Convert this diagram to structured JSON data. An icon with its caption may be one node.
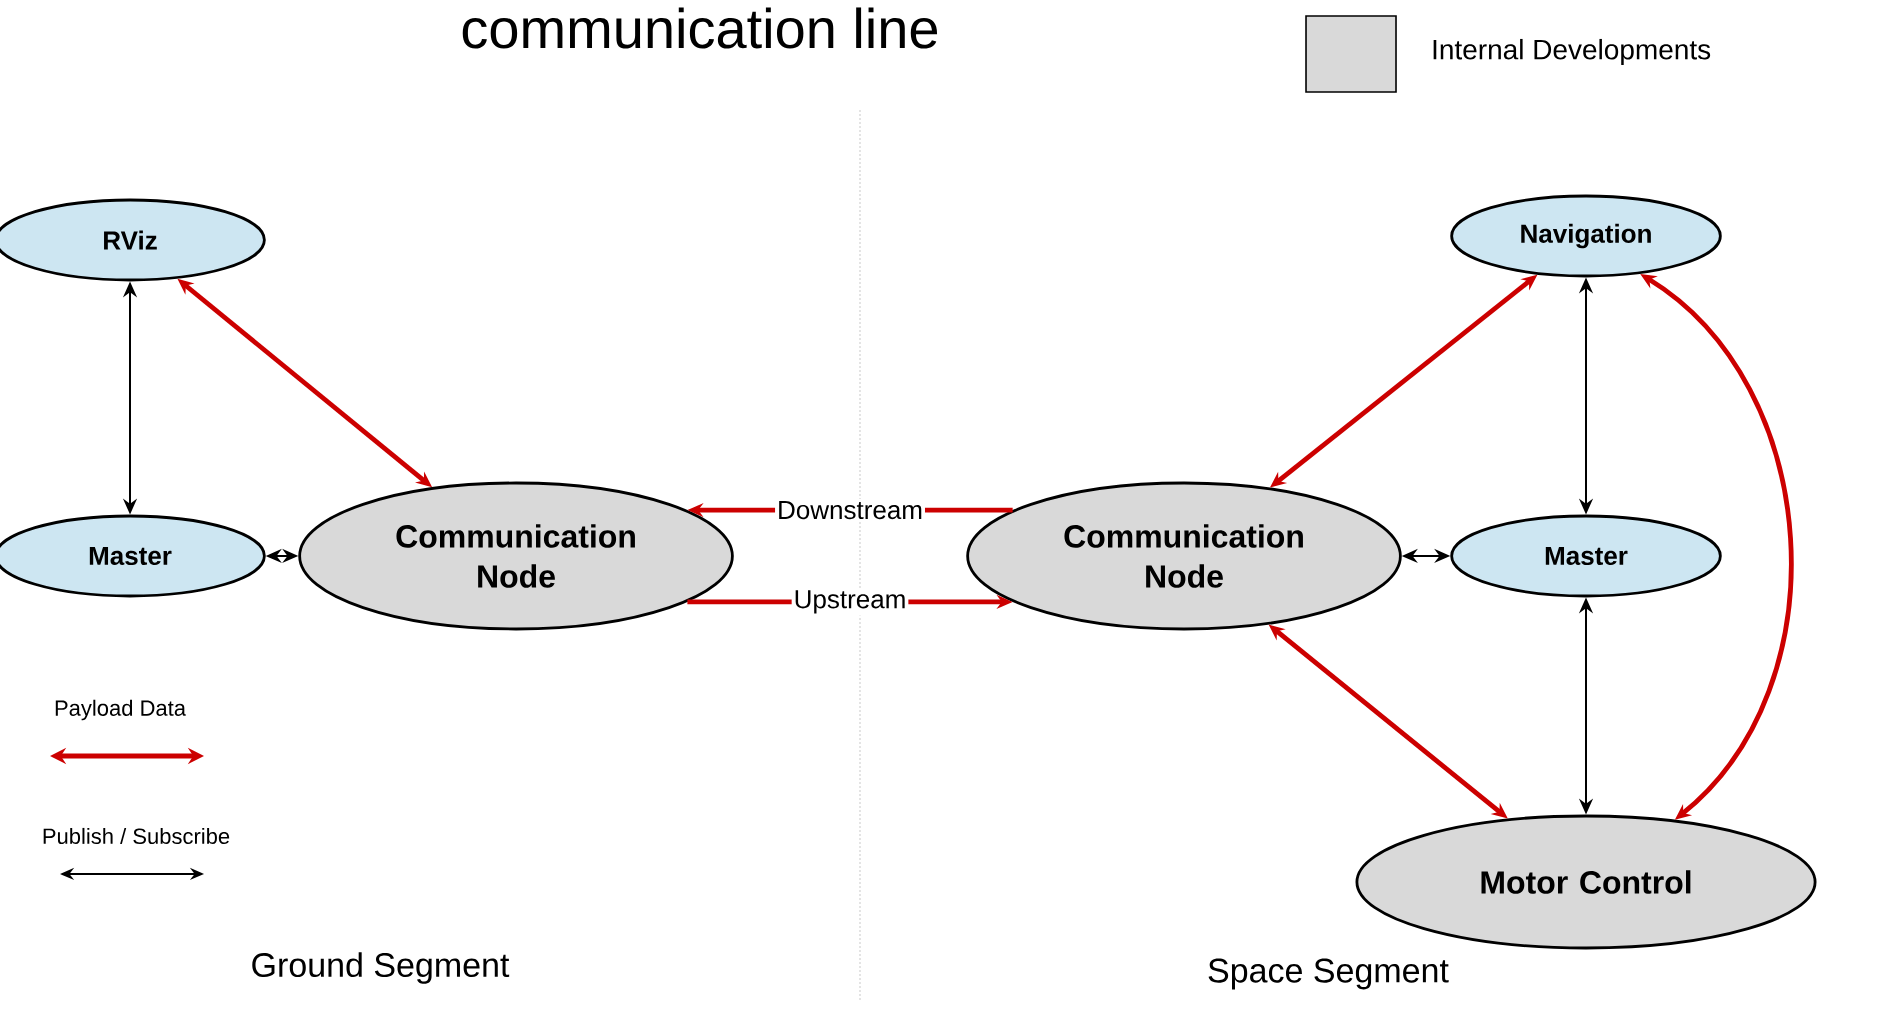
{
  "diagram": {
    "title": "communication line",
    "nodes": [
      {
        "text": [
          "RViz"
        ]
      },
      {
        "text": [
          "Master"
        ]
      },
      {
        "text": [
          "Communication Node"
        ]
      },
      {
        "text": [
          "Communication Node"
        ]
      },
      {
        "text": [
          "Navigation"
        ]
      },
      {
        "text": [
          "Master"
        ]
      },
      {
        "text": [
          "Motor Control"
        ]
      }
    ],
    "edges": [
      {
        "from": 0,
        "to": 1,
        "arrow": "both",
        "color": "#000000"
      },
      {
        "from": 1,
        "to": 2,
        "arrow": "both",
        "color": "#000000"
      },
      {
        "from": 0,
        "to": 2,
        "arrow": "both"
      },
      {
        "from": 3,
        "to": 2,
        "arrow": "to",
        "label": "Downstream"
      },
      {
        "from": 2,
        "to": 3,
        "arrow": "to",
        "label": "Upstream"
      },
      {
        "from": 3,
        "to": 4,
        "arrow": "both"
      },
      {
        "from": 4,
        "to": 5,
        "arrow": "both",
        "color": "#000000"
      },
      {
        "from": 5,
        "to": 3,
        "arrow": "both",
        "color": "#000000"
      },
      {
        "from": 5,
        "to": 6,
        "arrow": "both",
        "color": "#000000"
      },
      {
        "from": 3,
        "to": 6,
        "arrow": "both"
      },
      {
        "from": 4,
        "to": 6,
        "arrow": "both"
      }
    ],
    "labels": [
      "Ground Segment",
      "Space Segment"
    ],
    "legend": [
      {
        "text": "Internal Developments",
        "color": "#d9d9d9"
      },
      {
        "text": "Payload Data"
      },
      {
        "text": "Publish / Subscribe"
      }
    ]
  }
}
